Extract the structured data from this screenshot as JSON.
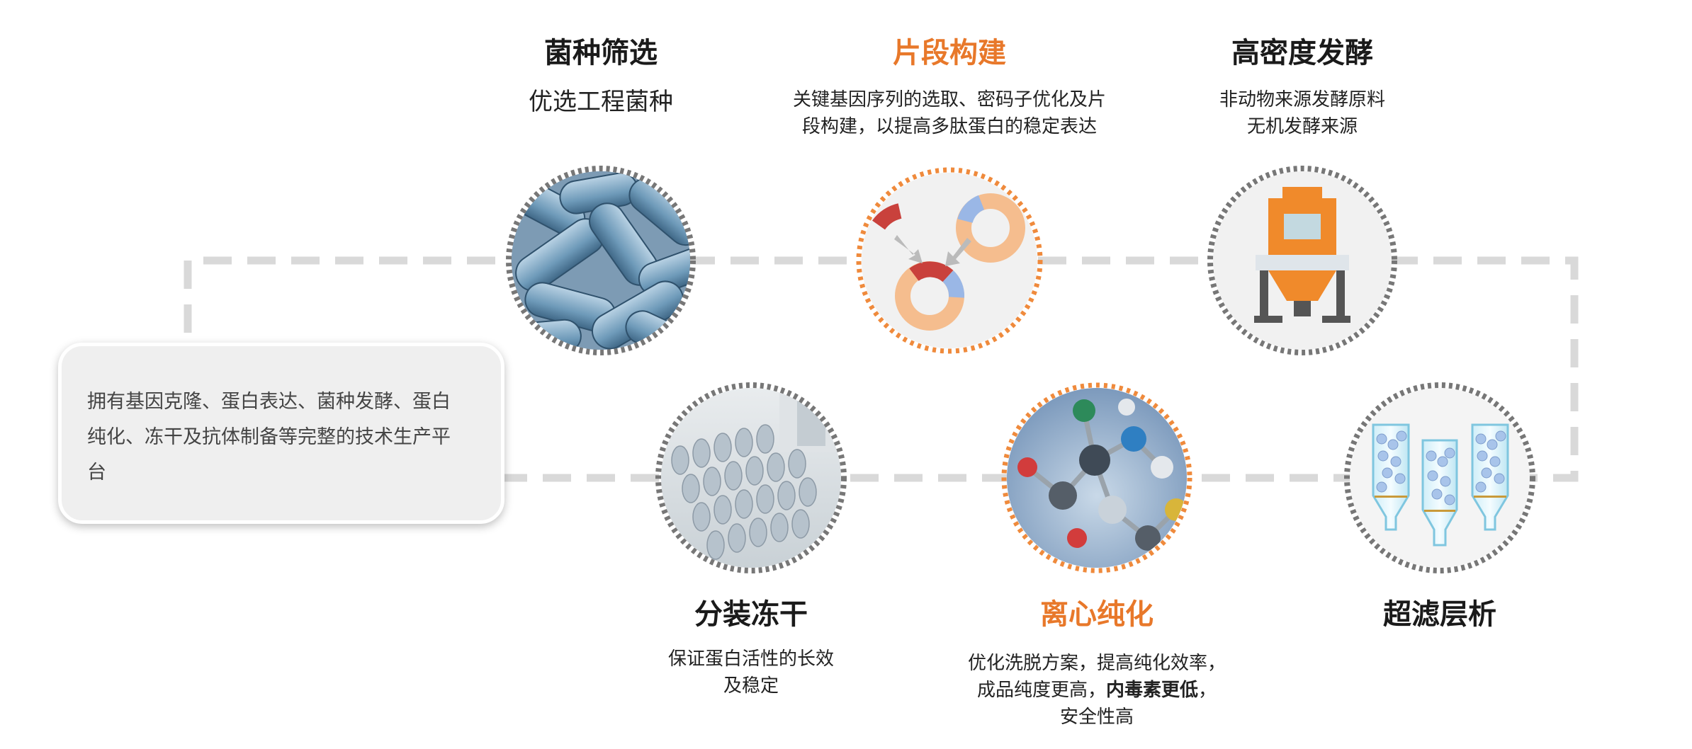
{
  "colors": {
    "accent": "#e8782a",
    "dashed_line": "#d9d9d9",
    "grey_ring": "#777777",
    "orange_ring": "#ef8a3c",
    "box_bg": "#efefef"
  },
  "steps": {
    "screening": {
      "title": "菌种筛选",
      "desc": [
        "优选工程菌种"
      ],
      "image": "bacteria-micrograph"
    },
    "fragment": {
      "title": "片段构建",
      "desc": [
        "关键基因序列的选取、密码子优化及片",
        "段构建，以提高多肽蛋白的稳定表达"
      ],
      "image": "dna-fragment-ring-icon"
    },
    "fermentation": {
      "title": "高密度发酵",
      "desc": [
        "非动物来源发酵原料",
        "无机发酵来源"
      ],
      "image": "fermenter-tank-icon"
    },
    "freeze_dry": {
      "title": "分装冻干",
      "desc": [
        "保证蛋白活性的长效",
        "及稳定"
      ],
      "image": "vials-photo"
    },
    "purification": {
      "title": "离心纯化",
      "desc_line1": "优化洗脱方案，提高纯化效率，",
      "desc_line2_a": "成品纯度更高，",
      "desc_line2_b": "内毒素更低",
      "desc_line2_c": "，",
      "desc_line3": "安全性高",
      "image": "molecule-model-photo"
    },
    "ultrafiltration": {
      "title": "超滤层析",
      "image": "chromatography-columns-icon"
    }
  },
  "info_box": {
    "lines": [
      "拥有基因克隆、蛋白表达、菌种发酵、蛋白",
      "纯化、冻干及抗体制备等完整的技术生产平",
      "台"
    ]
  }
}
